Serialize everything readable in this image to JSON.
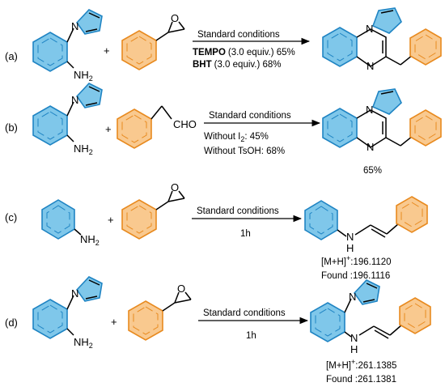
{
  "colors": {
    "blue_fill": "#7fc7ea",
    "blue_stroke": "#1f84c3",
    "orange_fill": "#f9c98f",
    "orange_stroke": "#e88a1f"
  },
  "labels": {
    "a": "(a)",
    "b": "(b)",
    "c": "(c)",
    "d": "(d)"
  },
  "plus": "+",
  "atoms": {
    "N": "N",
    "NH": "NH",
    "H": "H",
    "O": "O",
    "CHO": "CHO",
    "two": "2"
  },
  "row_a": {
    "conditions": "Standard conditions",
    "tempo_bold": "TEMPO",
    "tempo_rest": "(3.0 equiv.) 65%",
    "bht_bold": "BHT",
    "bht_rest": "(3.0 equiv.)   68%"
  },
  "row_b": {
    "conditions": "Standard conditions",
    "line1_pre": "Without I",
    "line1_sub": "2",
    "line1_post": ": 45%",
    "line2": "Without TsOH: 68%",
    "yield": "65%"
  },
  "row_c": {
    "conditions": "Standard conditions",
    "time": "1h",
    "ms_label": "[M+H]",
    "ms_sup": "+",
    "ms_value": ":196.1120",
    "found": "Found :196.1116"
  },
  "row_d": {
    "conditions": "Standard conditions",
    "time": "1h",
    "ms_label": "[M+H]",
    "ms_sup": "+",
    "ms_value": ":261.1385",
    "found": "Found :261.1381"
  }
}
